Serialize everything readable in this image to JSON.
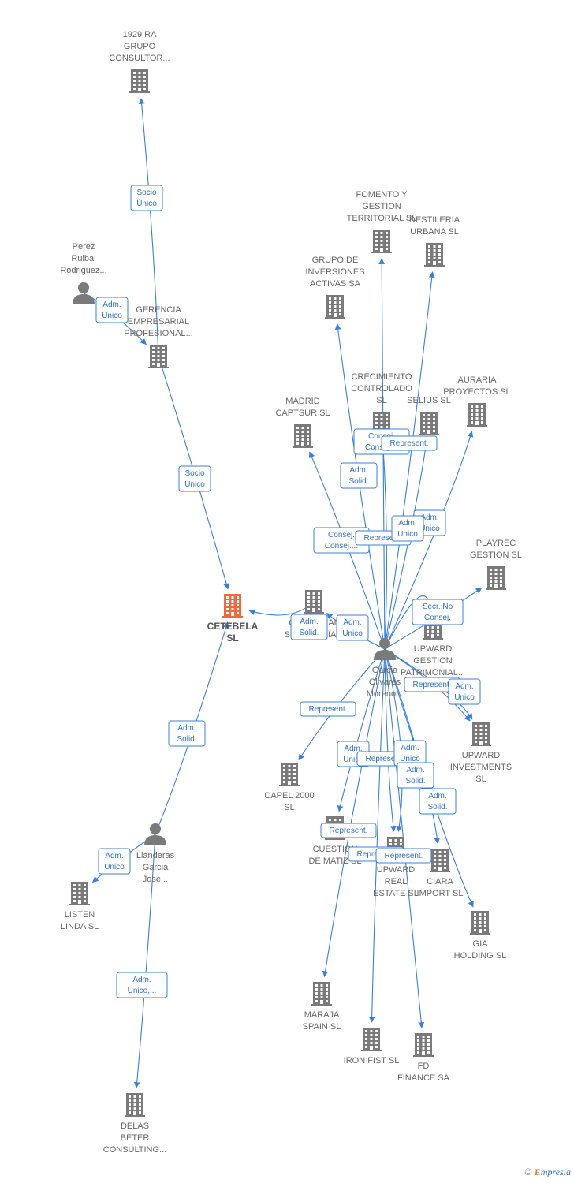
{
  "nodes": [
    {
      "id": "cetebela",
      "type": "company-main",
      "label": [
        "CETEBELA",
        "SL"
      ]
    },
    {
      "id": "ra1929",
      "type": "company",
      "label": [
        "1929 RA",
        "GRUPO",
        "CONSULTOR..."
      ]
    },
    {
      "id": "perez",
      "type": "person",
      "label": [
        "Perez",
        "Ruibal",
        "Rodriguez..."
      ]
    },
    {
      "id": "gerencia",
      "type": "company",
      "label": [
        "GERENCIA",
        "EMPRESARIAL",
        "PROFESIONAL..."
      ]
    },
    {
      "id": "llanderas",
      "type": "person",
      "label": [
        "Llanderas",
        "Garcia",
        "Jose..."
      ]
    },
    {
      "id": "listen",
      "type": "company",
      "label": [
        "LISTEN",
        "LINDA  SL"
      ]
    },
    {
      "id": "delas",
      "type": "company",
      "label": [
        "DELAS",
        "BETER",
        "CONSULTING..."
      ]
    },
    {
      "id": "garcia",
      "type": "person",
      "label": [
        "Garcia",
        "Olivares",
        "Moreno..."
      ]
    },
    {
      "id": "gerencial",
      "type": "company",
      "label": [
        "GERENCIAL",
        "SOCIETARIA..."
      ]
    },
    {
      "id": "fomento",
      "type": "company",
      "label": [
        "FOMENTO Y",
        "GESTION",
        "TERRITORIAL SL"
      ]
    },
    {
      "id": "destileria",
      "type": "company",
      "label": [
        "DESTILERIA",
        "URBANA  SL"
      ]
    },
    {
      "id": "grupoinv",
      "type": "company",
      "label": [
        "GRUPO DE",
        "INVERSIONES",
        "ACTIVAS SA"
      ]
    },
    {
      "id": "madrid",
      "type": "company",
      "label": [
        "MADRID",
        "CAPTSUR SL"
      ]
    },
    {
      "id": "crecimiento",
      "type": "company",
      "label": [
        "CRECIMIENTO",
        "CONTROLADO",
        "SL"
      ]
    },
    {
      "id": "selius",
      "type": "company",
      "label": [
        "SELIUS  SL"
      ]
    },
    {
      "id": "auraria",
      "type": "company",
      "label": [
        "AURARIA",
        "PROYECTOS SL"
      ]
    },
    {
      "id": "playrec",
      "type": "company",
      "label": [
        "PLAYREC",
        "GESTION SL"
      ]
    },
    {
      "id": "upwardgp",
      "type": "company",
      "label": [
        "UPWARD",
        "GESTION",
        "PATRIMONIAL..."
      ]
    },
    {
      "id": "upwardinv",
      "type": "company",
      "label": [
        "UPWARD",
        "INVESTMENTS",
        "SL"
      ]
    },
    {
      "id": "capel",
      "type": "company",
      "label": [
        "CAPEL 2000",
        "SL"
      ]
    },
    {
      "id": "cuestion",
      "type": "company",
      "label": [
        "CUESTION",
        "DE MATIZ SL"
      ]
    },
    {
      "id": "upwardre",
      "type": "company",
      "label": [
        "UPWARD",
        "REAL",
        "ESTATE  SL"
      ]
    },
    {
      "id": "ciara",
      "type": "company",
      "label": [
        "CIARA",
        "IMPORT SL"
      ]
    },
    {
      "id": "gia",
      "type": "company",
      "label": [
        "GIA",
        "HOLDING SL"
      ]
    },
    {
      "id": "maraja",
      "type": "company",
      "label": [
        "MARAJA",
        "SPAIN  SL"
      ]
    },
    {
      "id": "ironfist",
      "type": "company",
      "label": [
        "IRON FIST  SL"
      ]
    },
    {
      "id": "fd",
      "type": "company",
      "label": [
        "FD",
        "FINANCE SA"
      ]
    }
  ],
  "edges": [
    {
      "from": "gerencia",
      "to": "ra1929",
      "label": [
        "Socio",
        "Único"
      ]
    },
    {
      "from": "perez",
      "to": "gerencia",
      "label": [
        "Adm.",
        "Unico"
      ]
    },
    {
      "from": "gerencia",
      "to": "cetebela",
      "label": [
        "Socio",
        "Único"
      ]
    },
    {
      "from": "llanderas",
      "to": "cetebela",
      "label": [
        "Adm.",
        "Solid."
      ]
    },
    {
      "from": "llanderas",
      "to": "listen",
      "label": [
        "Adm.",
        "Unico"
      ]
    },
    {
      "from": "llanderas",
      "to": "delas",
      "label": [
        "Adm.",
        "Unico,..."
      ]
    },
    {
      "from": "gerencial",
      "to": "cetebela",
      "label": [
        "Adm.",
        "Solid."
      ]
    },
    {
      "from": "garcia",
      "to": "gerencial",
      "label": [
        "Adm.",
        "Unico"
      ]
    },
    {
      "from": "garcia",
      "to": "fomento",
      "label": [
        "Consej.",
        "Consej...."
      ]
    },
    {
      "from": "garcia",
      "to": "destileria",
      "label": [
        "Represent."
      ]
    },
    {
      "from": "garcia",
      "to": "grupoinv",
      "label": [
        "Adm.",
        "Solid."
      ]
    },
    {
      "from": "garcia",
      "to": "madrid",
      "label": [
        "Consej.",
        "Consej...."
      ]
    },
    {
      "from": "garcia",
      "to": "crecimiento",
      "label": [
        "Represent."
      ]
    },
    {
      "from": "garcia",
      "to": "selius",
      "label": [
        "Represent."
      ]
    },
    {
      "from": "garcia",
      "to": "auraria",
      "label": [
        "Adm.",
        "Unico"
      ]
    },
    {
      "from": "garcia",
      "to": "upwardgp",
      "label": [
        "Adm.",
        "Unico"
      ]
    },
    {
      "from": "garcia",
      "to": "playrec",
      "label": [
        "Secr.  No",
        "Consej."
      ]
    },
    {
      "from": "garcia",
      "to": "upwardinv",
      "label": [
        "Represent."
      ]
    },
    {
      "from": "garcia",
      "to": "upwardinv",
      "label": [
        "Adm.",
        "Unico"
      ]
    },
    {
      "from": "garcia",
      "to": "capel",
      "label": [
        "Represent."
      ]
    },
    {
      "from": "garcia",
      "to": "cuestion",
      "label": [
        "Adm.",
        "Unico"
      ]
    },
    {
      "from": "garcia",
      "to": "upwardre",
      "label": [
        "Represent."
      ]
    },
    {
      "from": "garcia",
      "to": "upwardre",
      "label": [
        "Adm.",
        "Unico"
      ]
    },
    {
      "from": "garcia",
      "to": "ciara",
      "label": [
        "Adm.",
        "Solid."
      ]
    },
    {
      "from": "garcia",
      "to": "gia",
      "label": [
        "Adm.",
        "Solid."
      ]
    },
    {
      "from": "garcia",
      "to": "maraja",
      "label": [
        "Represent."
      ]
    },
    {
      "from": "garcia",
      "to": "ironfist",
      "label": [
        "Represent."
      ]
    },
    {
      "from": "garcia",
      "to": "fd",
      "label": [
        "Represent."
      ]
    }
  ],
  "colors": {
    "edge": "#3a7fd8",
    "company": "#7a7a7a",
    "main_company": "#f06a3c",
    "person": "#7a7a7a",
    "label": "#666666"
  },
  "footer": {
    "copyright": "©",
    "brand_initial": "E",
    "brand_rest": "mpresia"
  }
}
